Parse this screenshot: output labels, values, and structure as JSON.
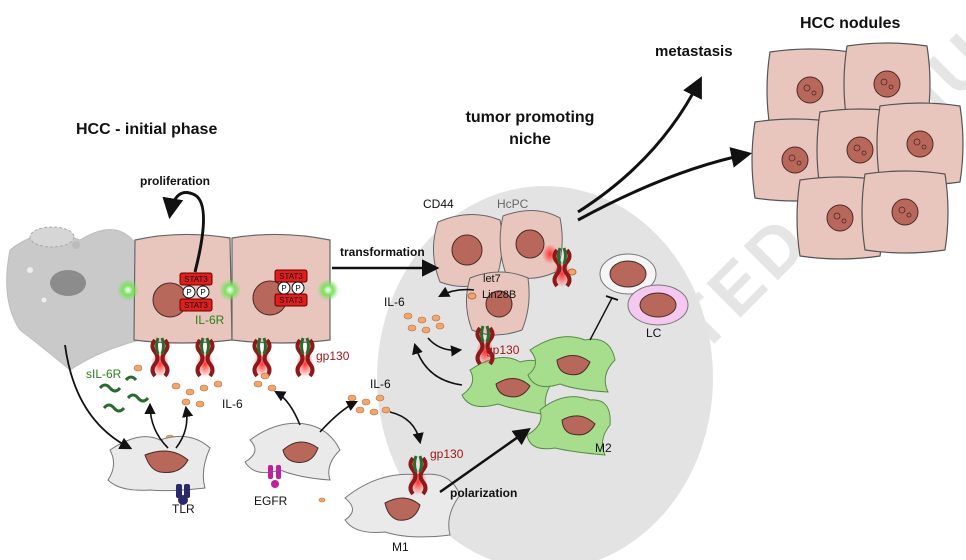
{
  "labels": {
    "hcc_initial": "HCC - initial phase",
    "proliferation": "proliferation",
    "transformation": "transformation",
    "tumor_niche_line1": "tumor promoting",
    "tumor_niche_line2": "niche",
    "metastasis": "metastasis",
    "hcc_nodules": "HCC nodules",
    "cd44": "CD44",
    "hcpc": "HcPC",
    "let7": "let7",
    "lin28b": "Lin28B",
    "il6_niche": "IL-6",
    "gp130_niche": "gp130",
    "lc": "LC",
    "m2": "M2",
    "il6r": "IL-6R",
    "gp130_main": "gp130",
    "sil6r": "sIL-6R",
    "il6_left": "IL-6",
    "il6_mid": "IL-6",
    "gp130_m1": "gp130",
    "polarization": "polarization",
    "tlr": "TLR",
    "egfr": "EGFR",
    "m1": "M1",
    "stat3": "STAT3",
    "p": "P"
  },
  "watermark": "ACCEPTED MANUSCRIPT",
  "colors": {
    "hepatocyte": "#e9c6bd",
    "nucleus": "#b8675b",
    "macrophage_m1": "#ebeaea",
    "macrophage_m2": "#a6de8e",
    "niche_background": "#e3e3e3",
    "stat3": "#e01e1e",
    "gp130": "#8c1a1a",
    "il6_dot": "#f2a66f",
    "receptor_green": "#2b6a2e"
  }
}
